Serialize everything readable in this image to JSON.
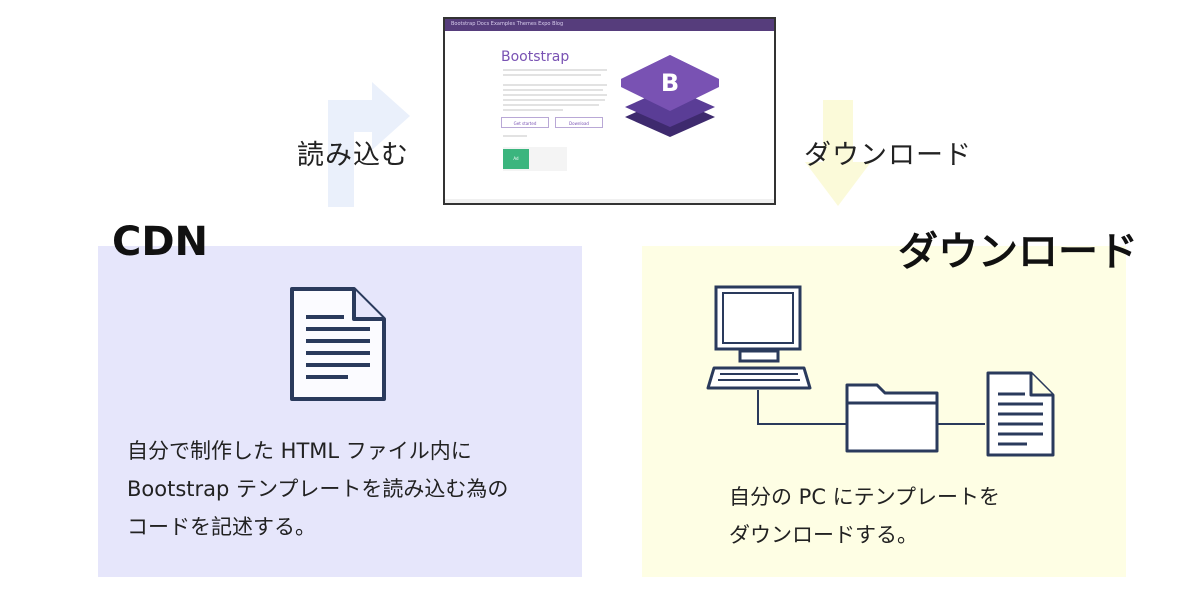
{
  "screenshot": {
    "title": "Bootstrap",
    "nav_text": "Bootstrap Docs Examples Themes Expo Blog",
    "button_left": "Get started",
    "button_right": "Download",
    "ad_label": "Ad",
    "logo_letter": "B"
  },
  "flow": {
    "left_label": "読み込む",
    "right_label": "ダウンロード"
  },
  "cdn": {
    "heading": "CDN",
    "lines": [
      "自分で制作した HTML ファイル内に",
      "Bootstrap テンプレートを読み込む為の",
      "コードを記述する。"
    ]
  },
  "download": {
    "heading": "ダウンロード",
    "lines": [
      "自分の PC にテンプレートを",
      "ダウンロードする。"
    ]
  },
  "colors": {
    "cdn_panel": "#e6e6fb",
    "download_panel": "#fefee4",
    "icon_stroke": "#2a3a5c",
    "bootstrap_purple": "#7952b3"
  }
}
